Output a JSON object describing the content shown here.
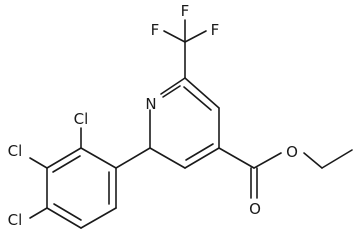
{
  "atoms": {
    "f_top": "F",
    "f_left": "F",
    "f_right": "F",
    "n_ring": "N",
    "o_ester": "O",
    "o_carbonyl": "O",
    "cl_upper": "Cl",
    "cl_middle": "Cl",
    "cl_lower": "Cl"
  }
}
